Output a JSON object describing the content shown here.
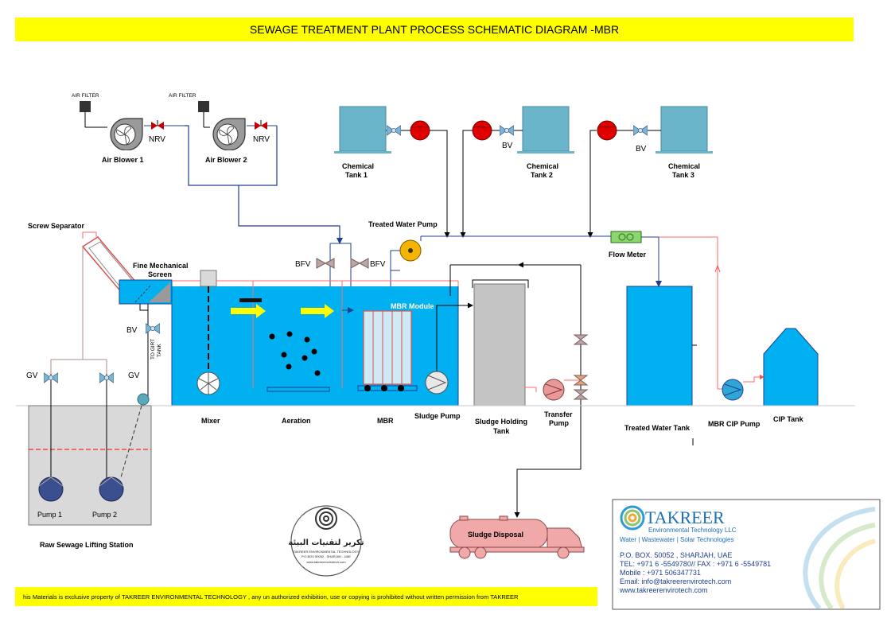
{
  "header": {
    "title": "SEWAGE TREATMENT PLANT PROCESS SCHEMATIC DIAGRAM -MBR"
  },
  "blowers": {
    "filter1": "AIR FILTER",
    "filter2": "AIR FILTER",
    "nrv1": "NRV",
    "nrv2": "NRV",
    "name1": "Air Blower 1",
    "name2": "Air Blower 2"
  },
  "chemical": {
    "tank1_a": "Chemical",
    "tank1_b": "Tank 1",
    "tank2_a": "Chemical",
    "tank2_b": "Tank 2",
    "tank3_a": "Chemical",
    "tank3_b": "Tank 3",
    "bv2": "BV",
    "bv3": "BV"
  },
  "equipment": {
    "treated_water_pump": "Treated Water  Pump",
    "flow_meter": "Flow Meter",
    "screw_separator": "Screw Separator",
    "fine_screen_a": "Fine Mechanical",
    "fine_screen_b": "Screen",
    "bfv_left": "BFV",
    "bfv_right": "BFV",
    "bv_screen": "BV",
    "to_girt_a": "TO GIRT",
    "to_girt_b": "TANK",
    "mbr_module": "MBR Module",
    "gv_left": "GV",
    "gv_right": "GV"
  },
  "stages": {
    "mixer": "Mixer",
    "aeration": "Aeration",
    "mbr": "MBR",
    "sludge_pump": "Sludge Pump",
    "sludge_holding_a": "Sludge Holding",
    "sludge_holding_b": "Tank",
    "transfer_a": "Transfer",
    "transfer_b": "Pump",
    "treated_water_tank": "Treated Water Tank",
    "mbr_cip_pump": "MBR CIP Pump",
    "cip_tank": "CIP Tank"
  },
  "lifting": {
    "pump1": "Pump 1",
    "pump2": "Pump 2",
    "station": "Raw Sewage Lifting Station"
  },
  "disposal": {
    "label": "Sludge Disposal"
  },
  "stamp": {
    "arabic": "تكرير لتقنيات البيئة",
    "line1": "TAKREER ENVIRONMENTAL TECHNOLOGY",
    "line2": "P.O.BOX 50052 , SHARJAH - UAE",
    "line3": "www.takreerenvirotech.com"
  },
  "company": {
    "name": "TAKREER",
    "subtitle": "Environmental Technology LLC",
    "tagline": "Water  |  Wastewater  |  Solar Technologies",
    "address": "P.O. BOX. 50052 , SHARJAH, UAE",
    "tel": "TEL: +971 6 -5549780// FAX : +971 6 -5549781",
    "mobile": "Mobile : +971 506347731",
    "email": "Email: info@takreerenvirotech.com",
    "web": "www.takreerenvirotech.com"
  },
  "footer": {
    "disclaimer": "his Materials is exclusive property of TAKREER ENVIRONMENTAL TECHNOLOGY  , any un authorized exhibition, use or copying is prohibited without written permission from TAKREER"
  },
  "colors": {
    "banner": "#ffff00",
    "tank_water": "#00b0f0",
    "pipe_blue": "#1f3f8f",
    "pipe_red": "#ff6b6b",
    "pump_red": "#e00000"
  }
}
